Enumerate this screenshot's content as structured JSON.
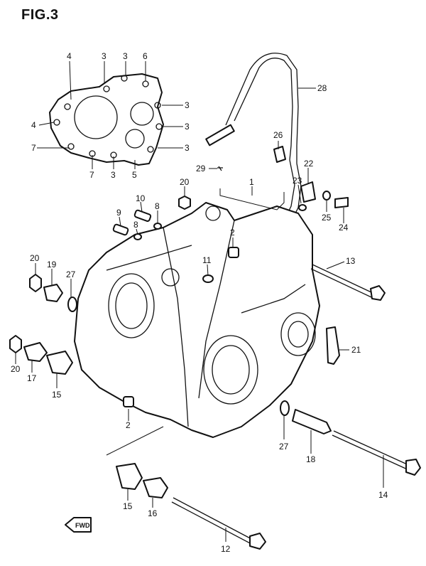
{
  "figure": {
    "title": "FIG.3"
  },
  "callouts": {
    "c1": "1",
    "c2a": "2",
    "c2b": "2",
    "c3a": "3",
    "c3b": "3",
    "c3c": "3",
    "c3d": "3",
    "c3e": "3",
    "c3f": "3",
    "c4a": "4",
    "c4b": "4",
    "c5": "5",
    "c6": "6",
    "c7a": "7",
    "c7b": "7",
    "c8a": "8",
    "c8b": "8",
    "c9": "9",
    "c10": "10",
    "c11": "11",
    "c12": "12",
    "c13": "13",
    "c14": "14",
    "c15a": "15",
    "c15b": "15",
    "c16": "16",
    "c17": "17",
    "c18": "18",
    "c19": "19",
    "c20a": "20",
    "c20b": "20",
    "c20c": "20",
    "c21": "21",
    "c22": "22",
    "c23": "23",
    "c24": "24",
    "c25": "25",
    "c26": "26",
    "c27a": "27",
    "c27b": "27",
    "c28": "28",
    "c29": "29"
  },
  "fwd_arrow": {
    "label": "FWD"
  }
}
